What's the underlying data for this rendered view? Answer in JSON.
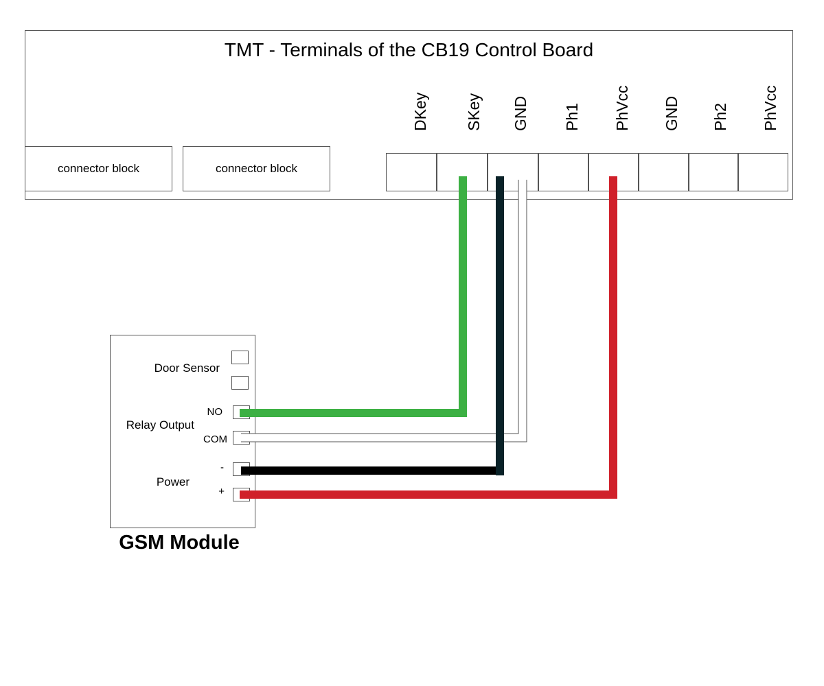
{
  "board": {
    "title": "TMT - Terminals of the CB19 Control Board",
    "connector_blocks": [
      "connector block",
      "connector block"
    ],
    "terminals": [
      "DKey",
      "SKey",
      "GND",
      "Ph1",
      "PhVcc",
      "GND",
      "Ph2",
      "PhVcc"
    ]
  },
  "gsm": {
    "title": "GSM Module",
    "groups": {
      "door_sensor": "Door Sensor",
      "relay_output": "Relay Output",
      "power": "Power"
    },
    "pins": {
      "no": "NO",
      "com": "COM",
      "minus": "-",
      "plus": "+"
    }
  },
  "wires": [
    {
      "from": "NO",
      "to": "SKey",
      "color": "#3cb043"
    },
    {
      "from": "COM",
      "to": "GND",
      "color": "#ffffff"
    },
    {
      "from": "-",
      "to": "GND",
      "color": "#000000"
    },
    {
      "from": "+",
      "to": "PhVcc",
      "color": "#d0202a"
    }
  ],
  "colors": {
    "wire_green": "#3cb043",
    "wire_black": "#000000",
    "wire_dark": "#0a2228",
    "wire_red": "#d0202a",
    "outline": "#555555"
  }
}
